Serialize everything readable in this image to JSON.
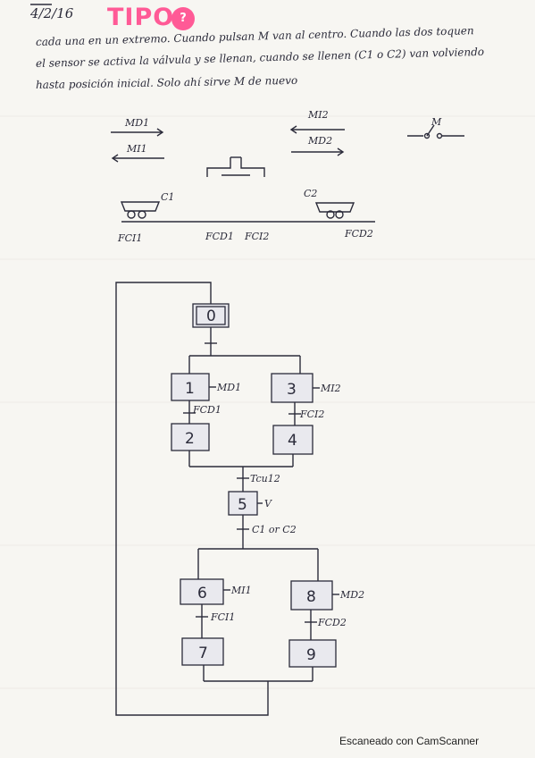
{
  "header": {
    "date": "4/2/16",
    "title": "TIPO",
    "title_badge": "?"
  },
  "description": {
    "line1": "cada una en un extremo. Cuando pulsan M van al centro. Cuando las dos toquen",
    "line2": "el sensor se activa la válvula y se llenan, cuando se llenen (C1 o C2) van volviendo",
    "line3": "hasta posición inicial. Solo ahí sirve M de nuevo"
  },
  "scene": {
    "arrow_md1": "MD1",
    "arrow_mi1": "MI1",
    "arrow_mi2": "MI2",
    "arrow_md2": "MD2",
    "switch_label": "M",
    "cart1_label": "C1",
    "cart2_label": "C2",
    "sensor_fci1": "FCI1",
    "sensor_fcd1": "FCD1",
    "sensor_fci2": "FCI2",
    "sensor_fcd2": "FCD2"
  },
  "grafcet": {
    "steps": [
      {
        "id": "0",
        "initial": true
      },
      {
        "id": "1",
        "action": "MD1"
      },
      {
        "id": "2",
        "action": ""
      },
      {
        "id": "3",
        "action": "MI2"
      },
      {
        "id": "4",
        "action": ""
      },
      {
        "id": "5",
        "action": "V"
      },
      {
        "id": "6",
        "action": "MI1"
      },
      {
        "id": "7",
        "action": ""
      },
      {
        "id": "8",
        "action": "MD2"
      },
      {
        "id": "9",
        "action": ""
      }
    ],
    "transitions": {
      "t_1_2": "FCD1",
      "t_3_4": "FCI2",
      "t_join": "Tcu12",
      "t_5": "C1 or C2",
      "t_6_7": "FCI1",
      "t_8_9": "FCD2"
    }
  },
  "footer": {
    "scanner": "Escaneado con CamScanner"
  },
  "colors": {
    "ink": "#2b2b3a",
    "title_pink": "#ff5a96",
    "paper": "#f7f6f2"
  }
}
